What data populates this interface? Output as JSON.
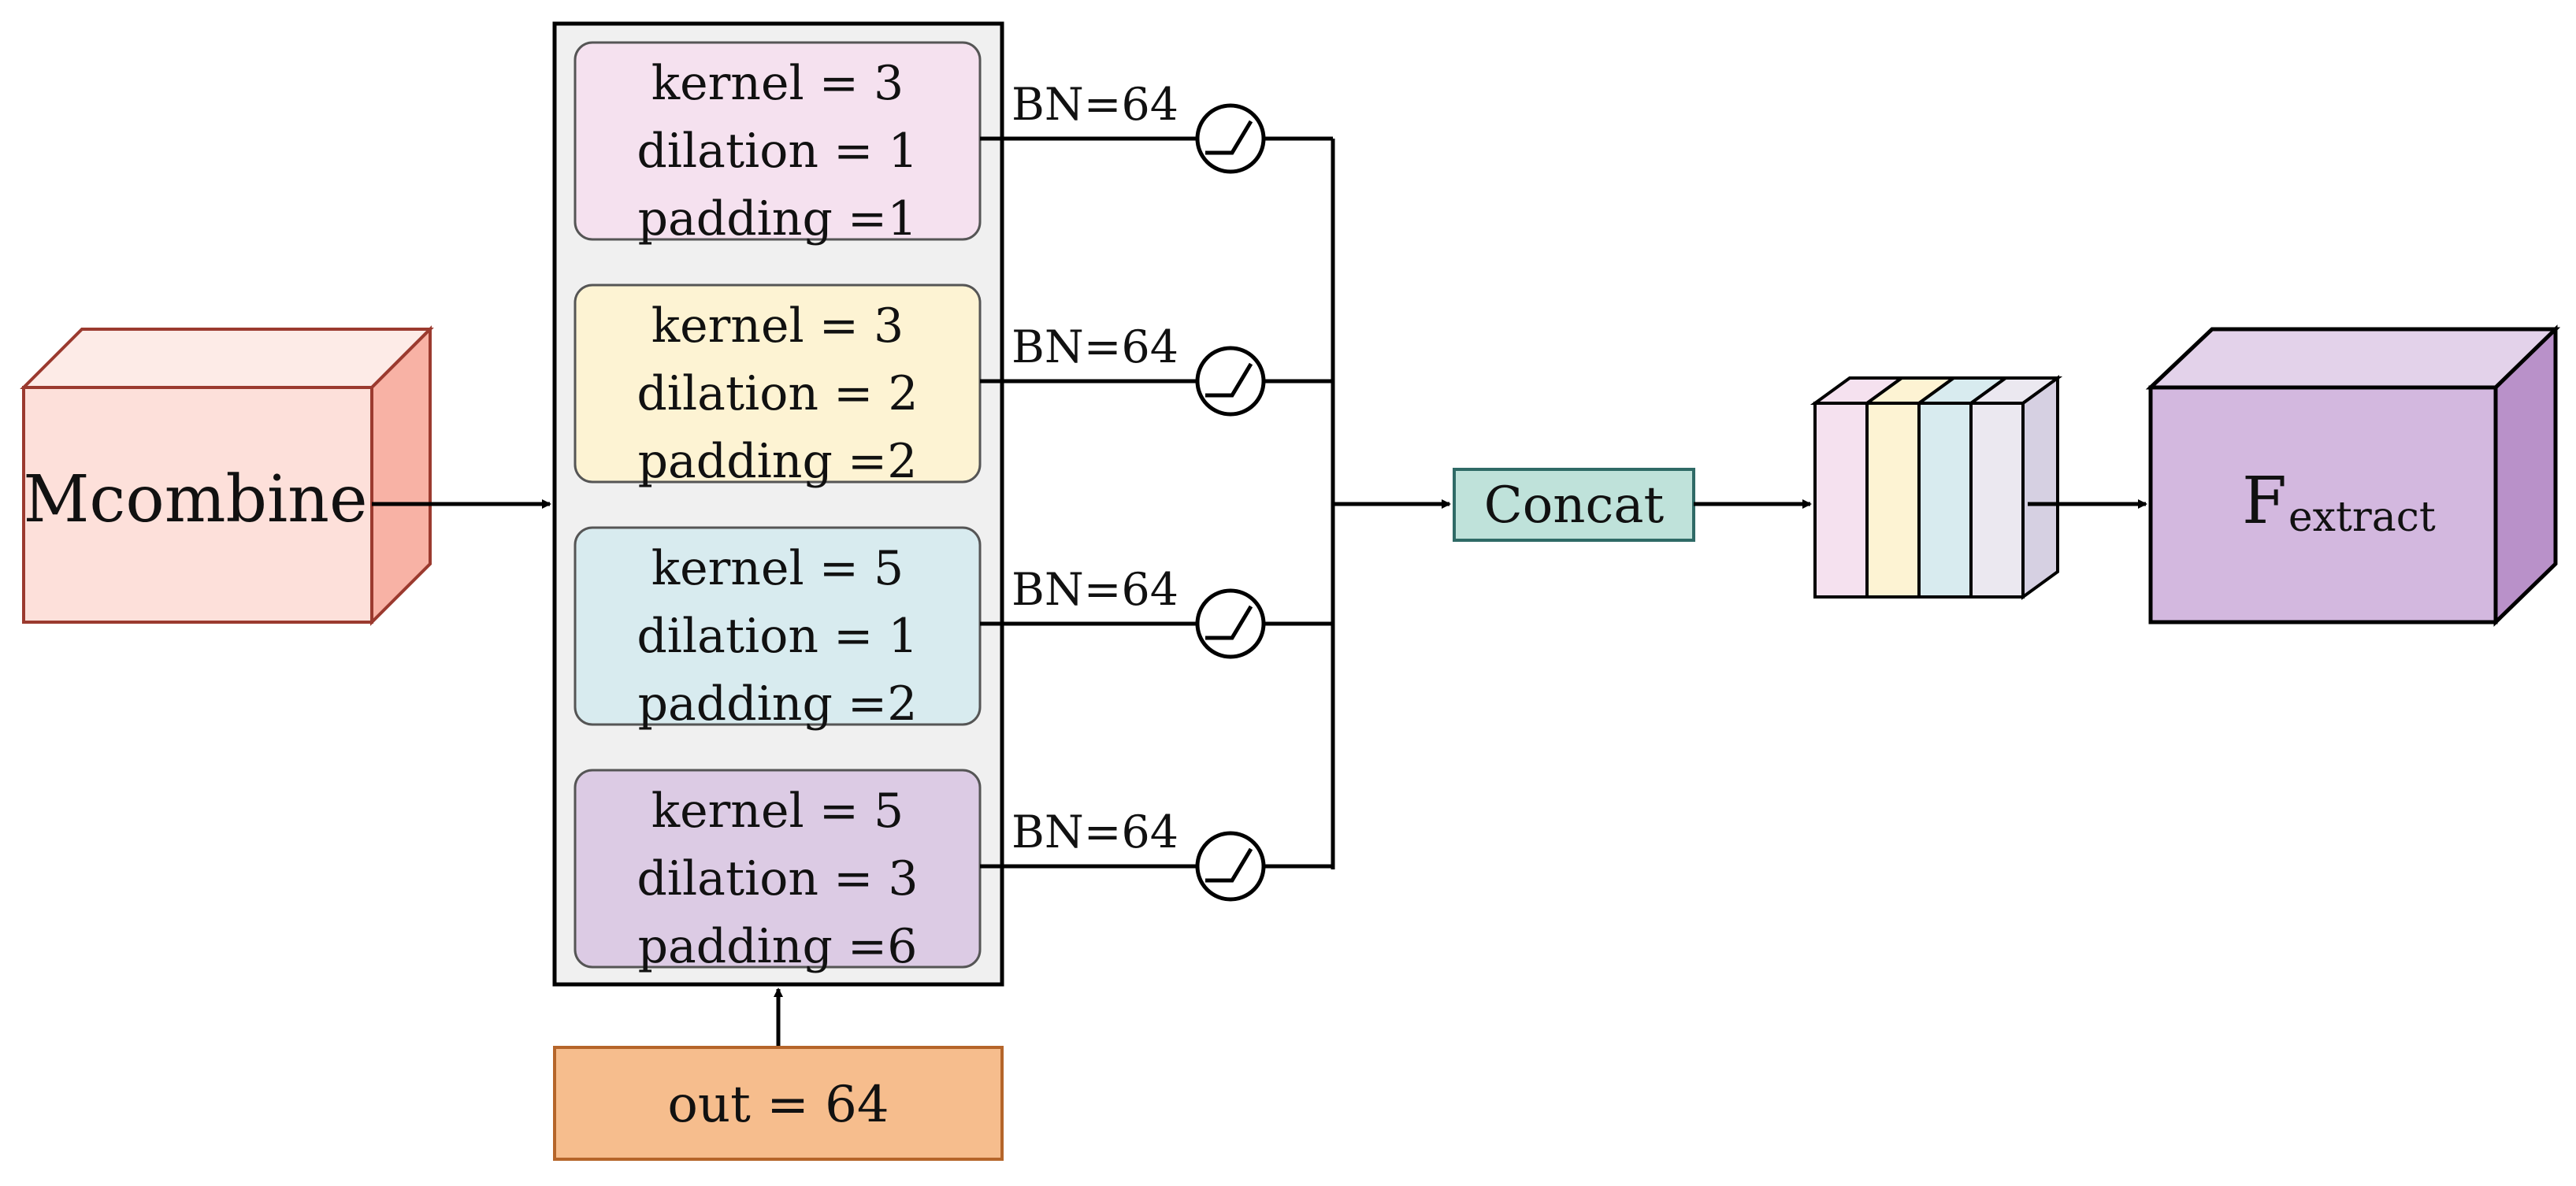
{
  "input": {
    "label": "Mcombine"
  },
  "conv_blocks": [
    {
      "lines": [
        "kernel = 3",
        "dilation = 1",
        "padding =1"
      ],
      "bn_label": "BN=64",
      "color": "#f5e1ef"
    },
    {
      "lines": [
        "kernel = 3",
        "dilation = 2",
        "padding =2"
      ],
      "bn_label": "BN=64",
      "color": "#fdf3d3"
    },
    {
      "lines": [
        "kernel = 5",
        "dilation = 1",
        "padding =2"
      ],
      "bn_label": "BN=64",
      "color": "#d8ebef"
    },
    {
      "lines": [
        "kernel = 5",
        "dilation = 3",
        "padding =6"
      ],
      "bn_label": "BN=64",
      "color": "#dccbe4"
    }
  ],
  "out_box": {
    "label": "out = 64",
    "color": "#f6bd8d"
  },
  "concat": {
    "label": "Concat",
    "color": "#bfe2da"
  },
  "stack_colors": [
    "#f5e1ef",
    "#fdf3d3",
    "#d8ebef",
    "#ebe8f0"
  ],
  "output": {
    "label_main": "F",
    "label_sub": "extract",
    "color": "#d3b8df"
  },
  "colors": {
    "input_front": "#fde0da",
    "input_top": "#fdebe7",
    "input_side": "#f8b2a5",
    "input_stroke": "#9b3a2f",
    "panel_fill": "#f0f0f0",
    "output_top": "#e3d2ea",
    "output_side": "#b991c9",
    "out_box_stroke": "#b5652a",
    "concat_stroke": "#2f6a66"
  }
}
